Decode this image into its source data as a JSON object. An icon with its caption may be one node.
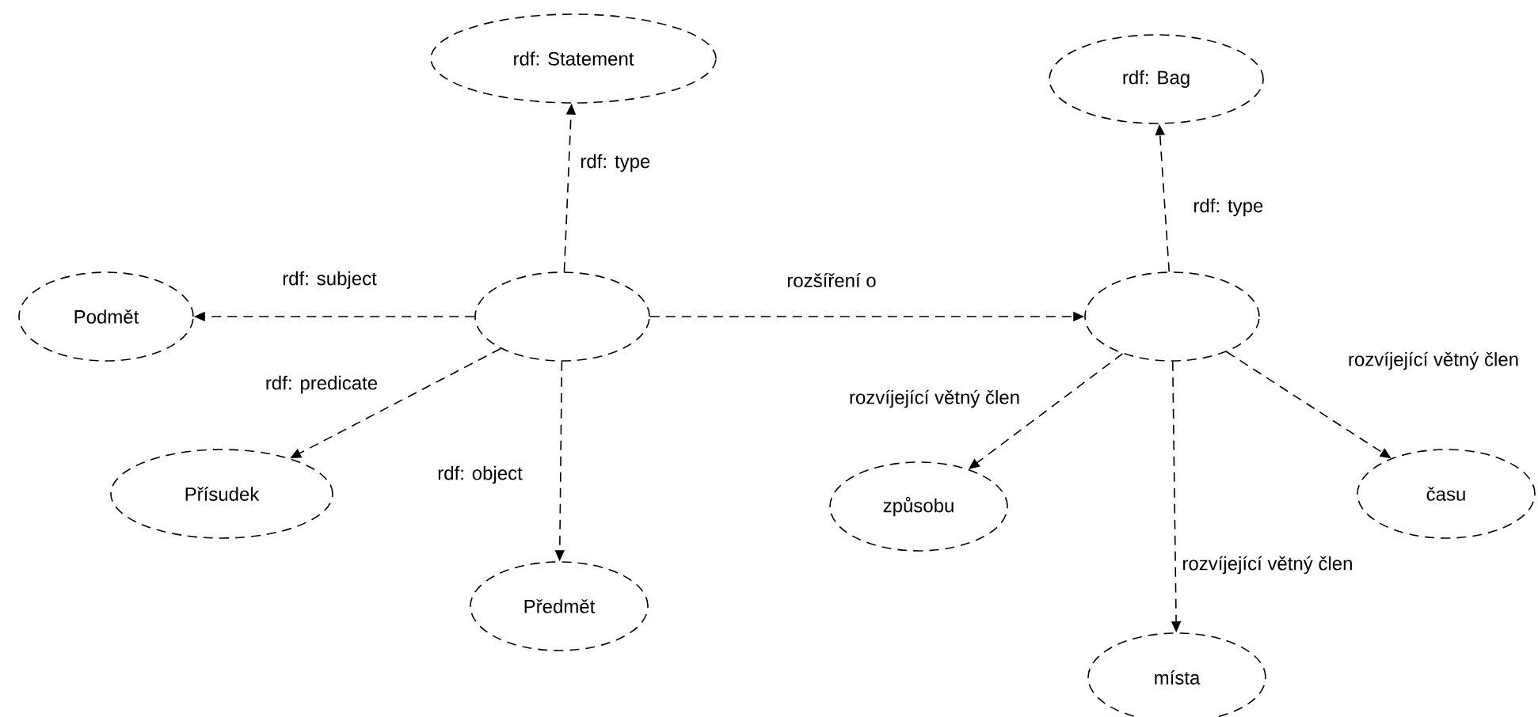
{
  "diagram": {
    "nodes": [
      {
        "text": [
          "rdf: Statement"
        ]
      },
      {
        "text": [
          "rdf: Bag"
        ]
      },
      {
        "text": [
          "Podmět"
        ]
      },
      {
        "text": [],
        "shape": "ellipse"
      },
      {
        "text": [],
        "shape": "ellipse"
      },
      {
        "text": [
          "Přísudek"
        ]
      },
      {
        "text": [
          "způsobu"
        ]
      },
      {
        "text": [
          "času"
        ]
      },
      {
        "text": [
          "Předmět"
        ]
      },
      {
        "text": [
          "místa"
        ]
      }
    ],
    "edges": [
      {
        "from": 3,
        "to": 0,
        "arrow": "to",
        "label": "rdf: type",
        "style": "dashed"
      },
      {
        "from": 3,
        "to": 2,
        "arrow": "to",
        "label": "rdf: subject",
        "style": "dashed"
      },
      {
        "from": 3,
        "to": 4,
        "arrow": "to",
        "label": "rozšíření o",
        "style": "dashed"
      },
      {
        "from": 3,
        "to": 5,
        "arrow": "to",
        "label": "rdf: predicate",
        "style": "dashed"
      },
      {
        "from": 3,
        "to": 8,
        "arrow": "to",
        "label": "rdf: object",
        "style": "dashed"
      },
      {
        "from": 4,
        "to": 1,
        "arrow": "to",
        "label": "rdf: type",
        "style": "dashed"
      },
      {
        "from": 4,
        "to": 6,
        "arrow": "to",
        "label": "rozvíjející větný člen",
        "style": "dashed"
      },
      {
        "from": 4,
        "to": 7,
        "arrow": "to",
        "label": "rozvíjející větný člen",
        "style": "dashed"
      },
      {
        "from": 4,
        "to": 9,
        "arrow": "to",
        "label": "rozvíjející větný člen",
        "style": "dashed"
      }
    ]
  }
}
